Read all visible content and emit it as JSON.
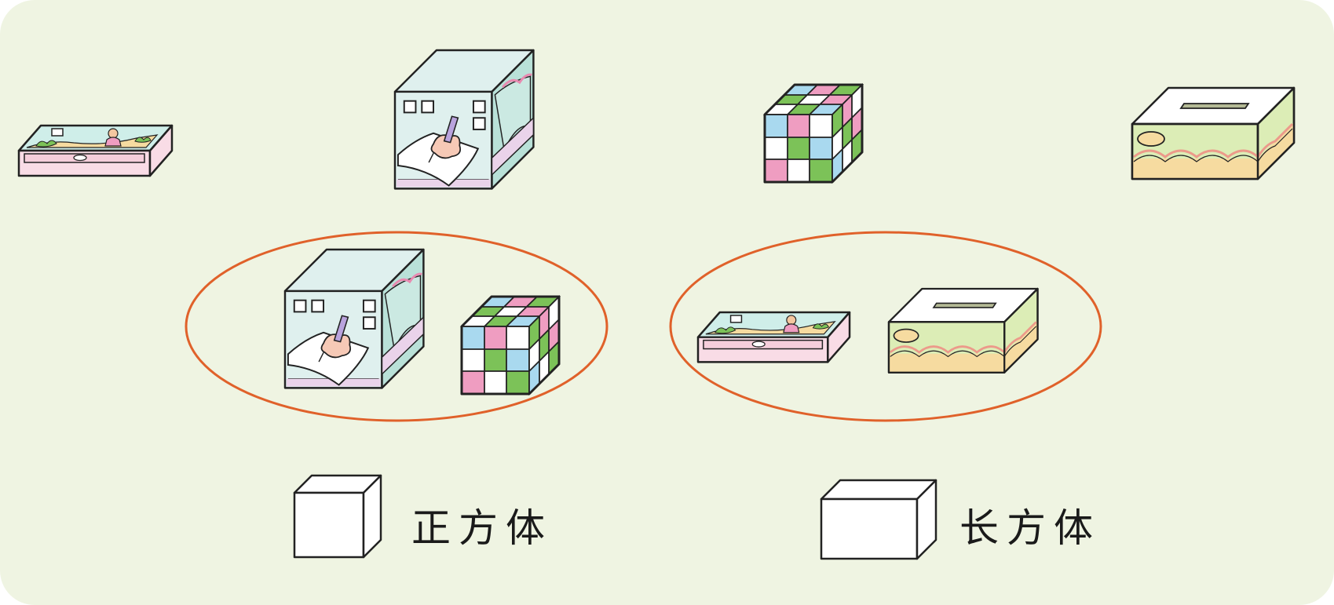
{
  "colors": {
    "background": "#eff4e2",
    "circle_outline": "#e0612a",
    "pink": "#ef9dc1",
    "green": "#7cc258",
    "blue": "#a9d9ef",
    "mint": "#dff0ee",
    "sand": "#f6dba0",
    "lime": "#dcedb6"
  },
  "groups": {
    "cube": {
      "label": "正方体",
      "members": [
        "drawing-box",
        "rubiks-cube"
      ]
    },
    "cuboid": {
      "label": "长方体",
      "members": [
        "pencil-case",
        "tissue-box"
      ]
    }
  }
}
